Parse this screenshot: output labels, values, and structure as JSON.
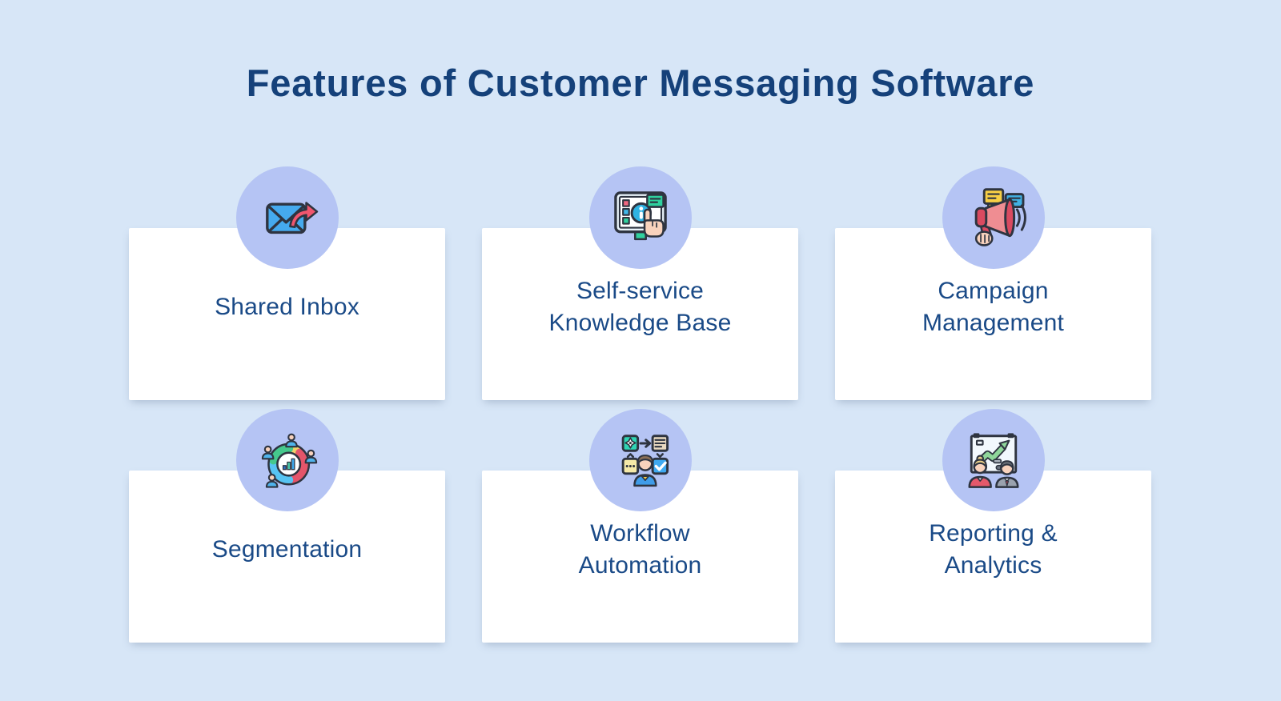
{
  "page": {
    "title": "Features of Customer Messaging Software"
  },
  "colors": {
    "background": "#d7e6f7",
    "card_background": "#ffffff",
    "icon_circle": "#b5c4f4",
    "title_text": "#15417a",
    "card_text": "#1a4a87",
    "outline": "#2e3440",
    "accent_blue": "#45aaee",
    "accent_red": "#e4556a",
    "accent_green": "#35d19e",
    "accent_yellow": "#f8cf45"
  },
  "cards": [
    {
      "icon": "shared-inbox-icon",
      "label_lines": [
        "Shared Inbox"
      ]
    },
    {
      "icon": "knowledge-base-icon",
      "label_lines": [
        "Self-service",
        "Knowledge Base"
      ]
    },
    {
      "icon": "campaign-management-icon",
      "label_lines": [
        "Campaign",
        "Management"
      ]
    },
    {
      "icon": "segmentation-icon",
      "label_lines": [
        "Segmentation"
      ]
    },
    {
      "icon": "workflow-automation-icon",
      "label_lines": [
        "Workflow",
        "Automation"
      ]
    },
    {
      "icon": "reporting-analytics-icon",
      "label_lines": [
        "Reporting &",
        "Analytics"
      ]
    }
  ]
}
